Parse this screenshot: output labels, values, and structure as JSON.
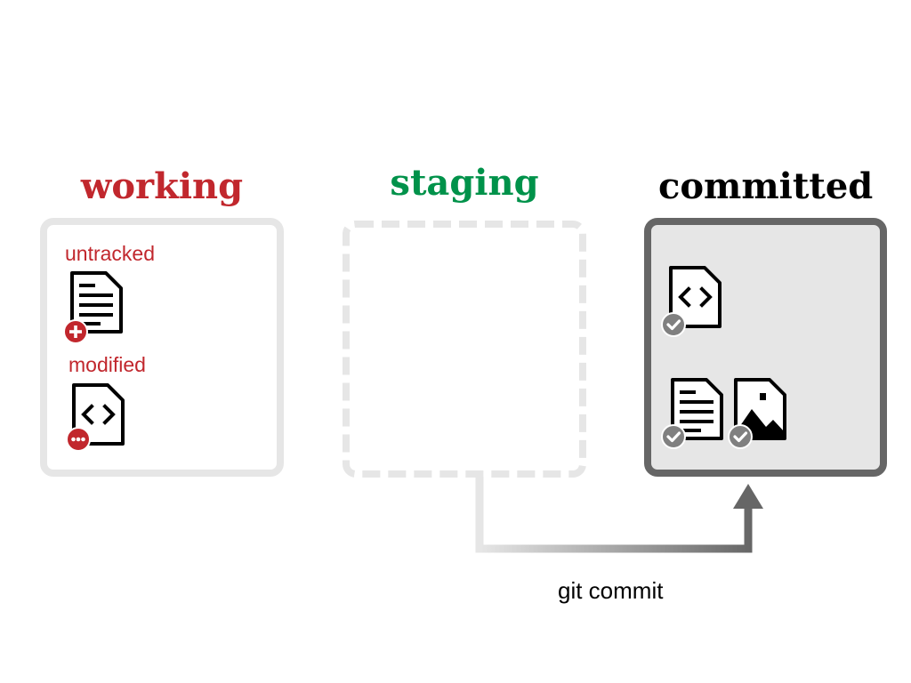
{
  "areas": {
    "working": {
      "title": "working",
      "title_color": "#c1272d",
      "groups": [
        {
          "label": "untracked",
          "file_icon": "text-document-icon",
          "status_icon": "plus-badge-icon"
        },
        {
          "label": "modified",
          "file_icon": "code-document-icon",
          "status_icon": "ellipsis-badge-icon"
        }
      ]
    },
    "staging": {
      "title": "staging",
      "title_color": "#00924a"
    },
    "committed": {
      "title": "committed",
      "title_color": "#000000",
      "files": [
        {
          "file_icon": "code-document-icon",
          "status_icon": "check-badge-icon"
        },
        {
          "file_icon": "text-document-icon",
          "status_icon": "check-badge-icon"
        },
        {
          "file_icon": "image-document-icon",
          "status_icon": "check-badge-icon"
        }
      ]
    }
  },
  "command": {
    "label": "git commit"
  },
  "colors": {
    "working_border": "#e6e6e6",
    "staging_border": "#e6e6e6",
    "committed_border": "#666666",
    "committed_fill": "#e6e6e6",
    "badge_red": "#c1272d",
    "badge_gray": "#808080"
  }
}
